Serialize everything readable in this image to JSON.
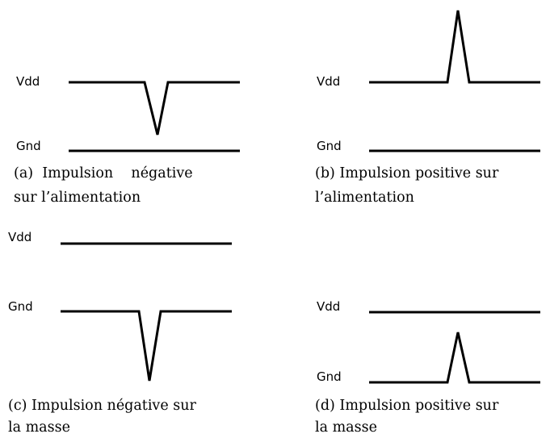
{
  "panels": {
    "a": {
      "vdd_label": "Vdd",
      "gnd_label": "Gnd",
      "caption_line1": "(a)  Impulsion    négative",
      "caption_line2": "sur l’alimentation"
    },
    "b": {
      "vdd_label": "Vdd",
      "gnd_label": "Gnd",
      "caption_line1": "(b) Impulsion positive sur",
      "caption_line2": "l’alimentation"
    },
    "c": {
      "vdd_label": "Vdd",
      "gnd_label": "Gnd",
      "caption_line1": "(c) Impulsion négative sur",
      "caption_line2": "la masse"
    },
    "d": {
      "vdd_label": "Vdd",
      "gnd_label": "Gnd",
      "caption_line1": "(d) Impulsion positive sur",
      "caption_line2": "la masse"
    }
  },
  "colors": {
    "stroke": "#000000",
    "background": "#ffffff"
  }
}
